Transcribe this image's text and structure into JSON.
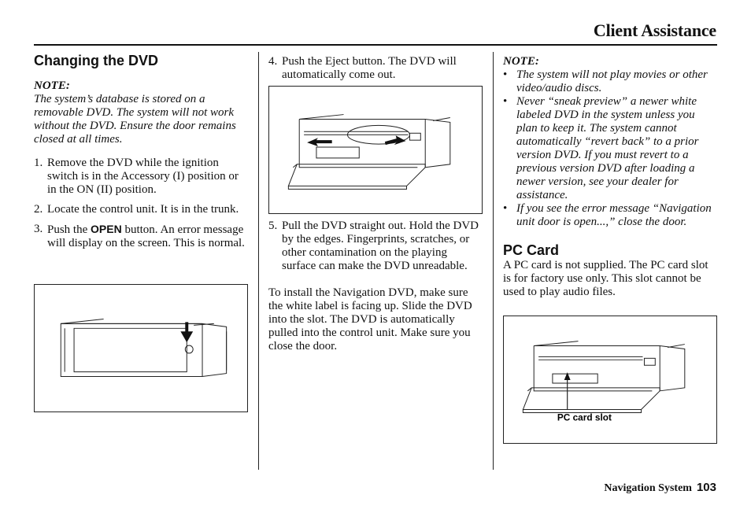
{
  "header": {
    "title": "Client Assistance"
  },
  "col1": {
    "heading": "Changing the DVD",
    "note_label": "NOTE:",
    "note_text": "The system’s database is stored on a removable DVD. The system will not work without the DVD. Ensure the door remains closed at all times.",
    "steps": [
      {
        "num": "1.",
        "text": "Remove the DVD while the ignition switch is in the Accessory (I) position or in the ON (II) position."
      },
      {
        "num": "2.",
        "text": "Locate the control unit. It is in the trunk."
      },
      {
        "num": "3.",
        "pre": "Push the ",
        "button": "OPEN",
        "post": " button. An error message will display on the screen. This is normal."
      }
    ]
  },
  "col2": {
    "step4": {
      "num": "4.",
      "text": "Push the Eject button. The DVD will automatically come out."
    },
    "step5": {
      "num": "5.",
      "text": "Pull the DVD straight out. Hold the DVD by the edges. Fingerprints, scratches, or other contamination on the playing surface can make the DVD unreadable."
    },
    "install_text": "To install the Navigation DVD, make sure the white label is facing up. Slide the DVD into the slot. The DVD is automatically pulled into the control unit. Make sure you close the door."
  },
  "col3": {
    "note_label": "NOTE:",
    "bullets": [
      "The system will not play movies or other video/audio discs.",
      "Never “sneak preview” a newer white labeled DVD in the system unless you plan to keep it. The system cannot automatically “revert back” to a prior version DVD. If you must revert to a previous version DVD after loading a newer version, see your dealer for assistance.",
      "If you see the error message “Navigation unit door is open...,” close the door."
    ],
    "heading": "PC Card",
    "text": "A PC card is not supplied. The PC card slot is for factory use only. This slot cannot be used to play audio files.",
    "callout": "PC card slot"
  },
  "footer": {
    "label": "Navigation System",
    "page": "103"
  }
}
